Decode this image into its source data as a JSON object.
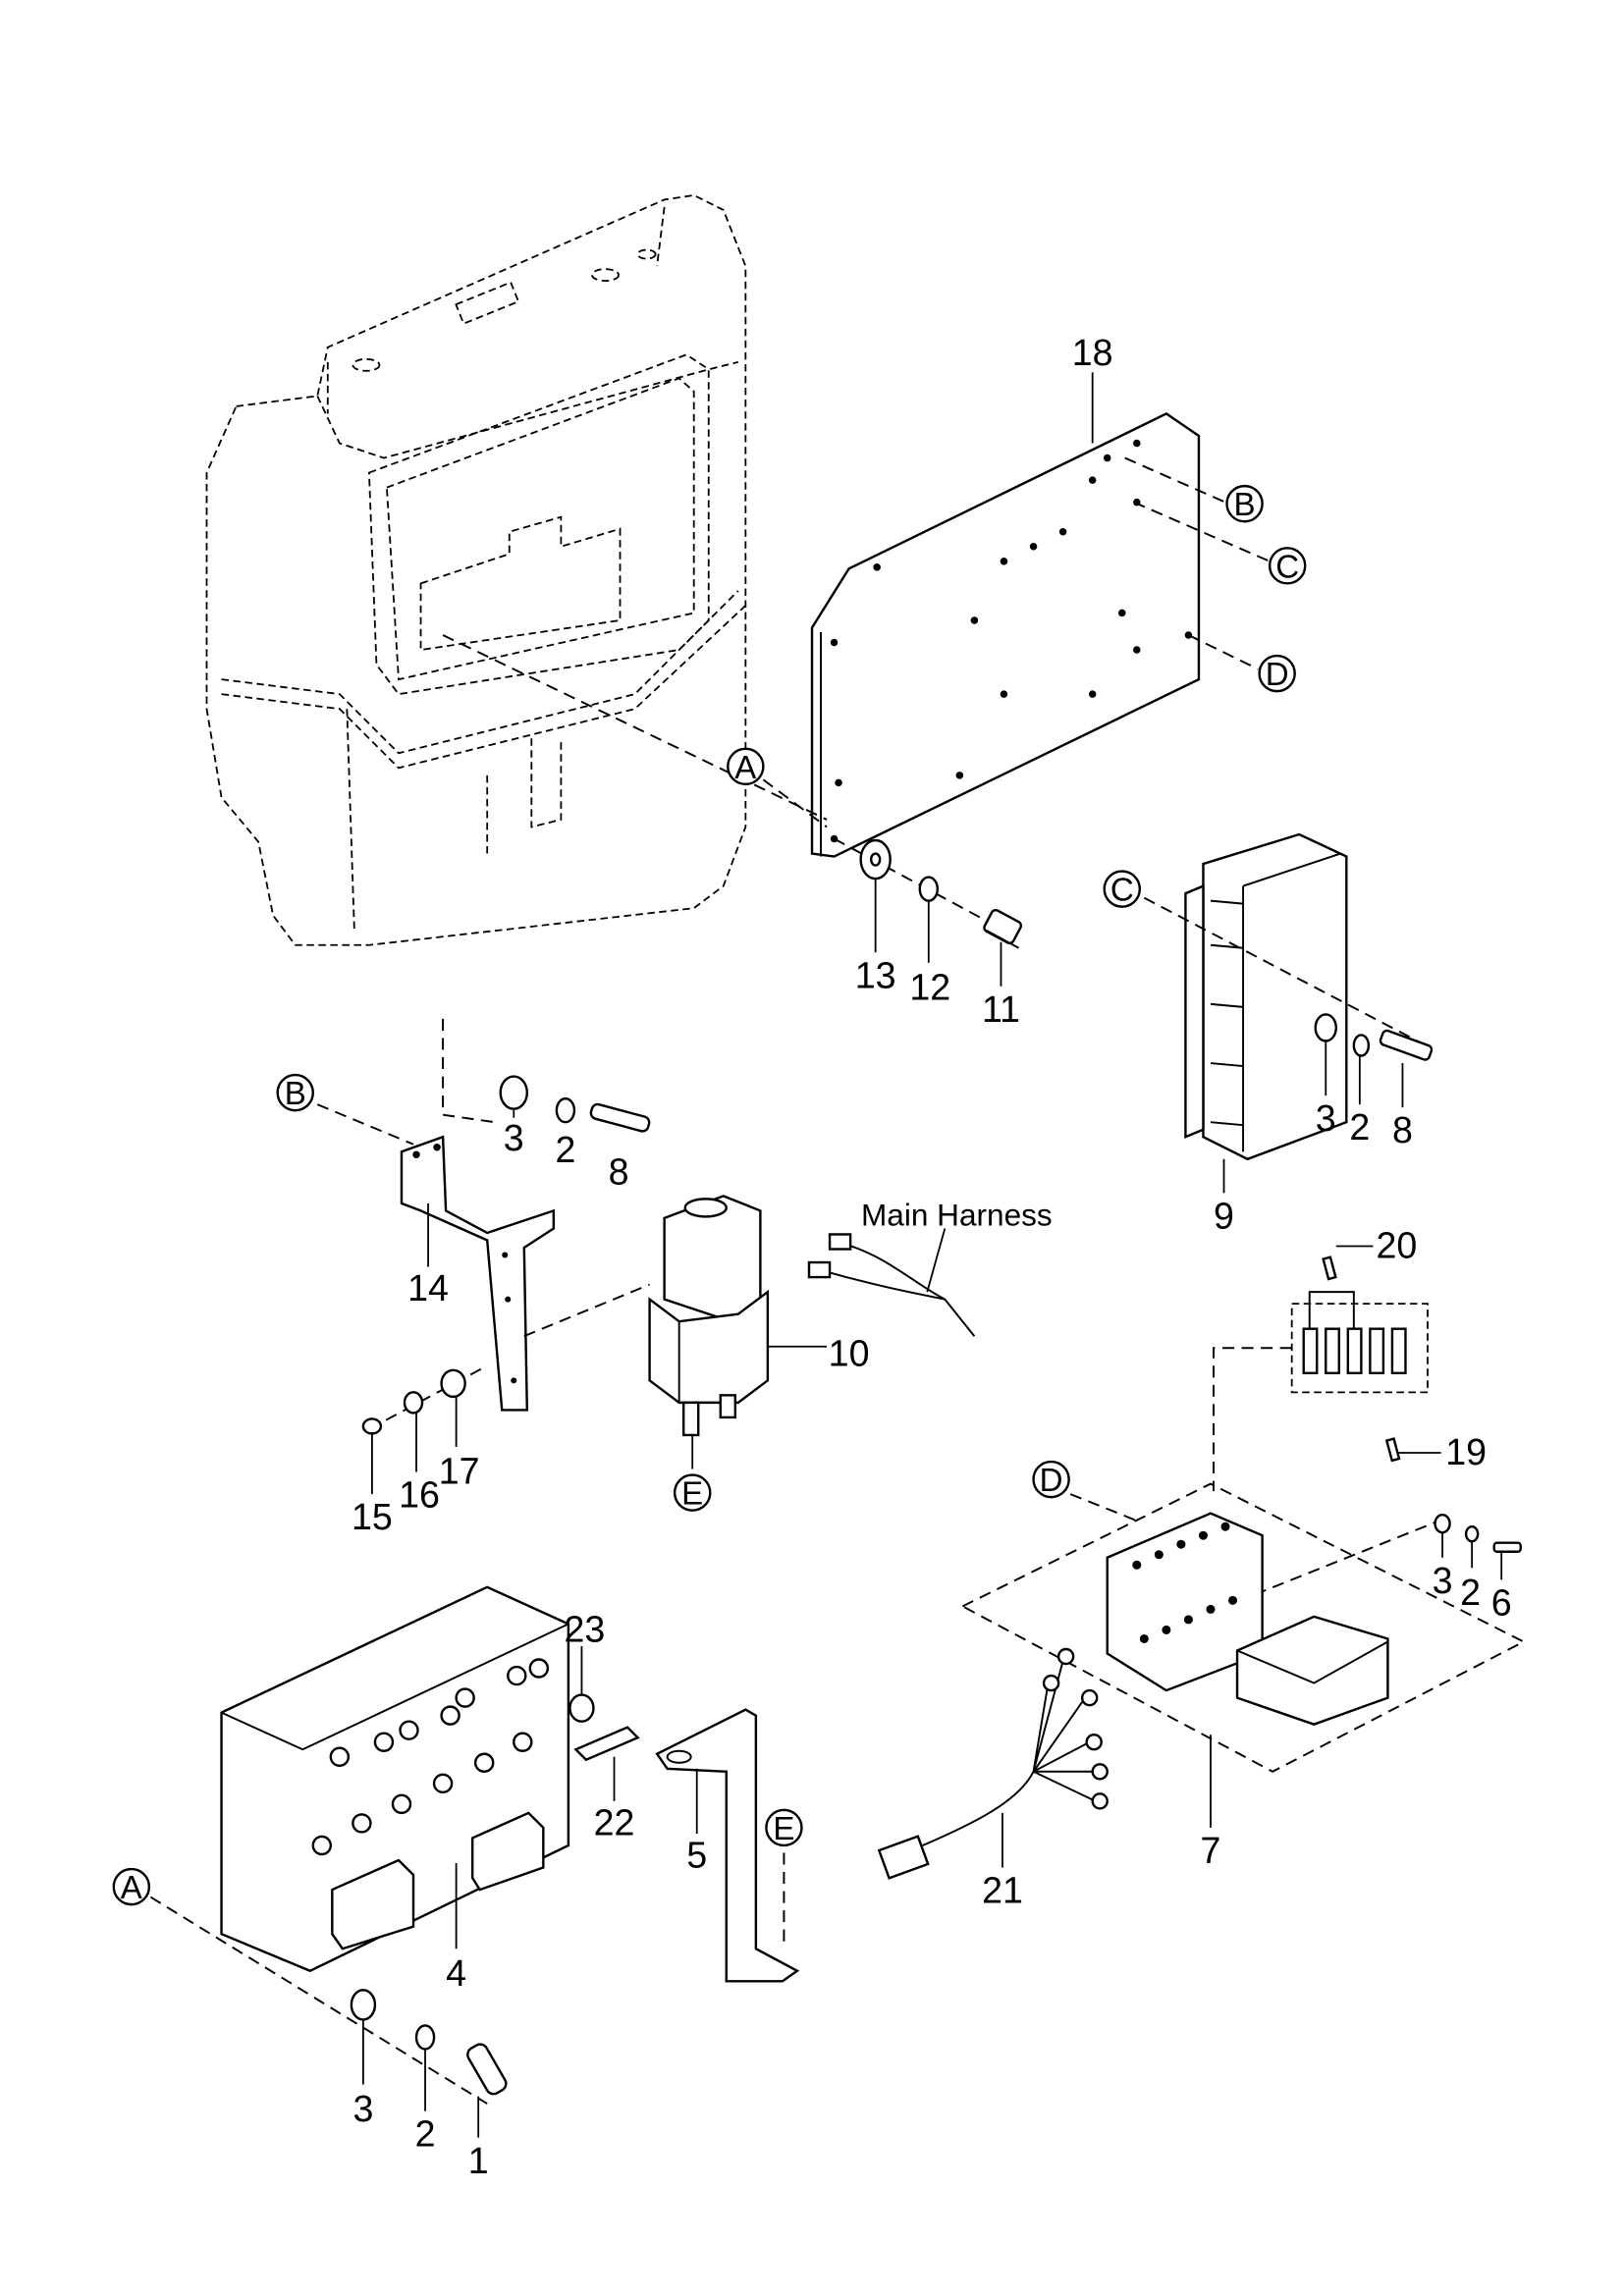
{
  "diagram": {
    "type": "exploded parts diagram",
    "part_numbers": {
      "p18": "18",
      "p13": "13",
      "p12": "12",
      "p11": "11",
      "p9": "9",
      "p3a": "3",
      "p2a": "2",
      "p8a": "8",
      "p3b": "3",
      "p2b": "2",
      "p8b": "8",
      "p14": "14",
      "p10": "10",
      "p20": "20",
      "p19": "19",
      "p15": "15",
      "p16": "16",
      "p17": "17",
      "p3c": "3",
      "p2c": "2",
      "p6": "6",
      "p23": "23",
      "p22": "22",
      "p5": "5",
      "p7": "7",
      "p21": "21",
      "p4": "4",
      "p3d": "3",
      "p2d": "2",
      "p1": "1"
    },
    "reference_markers": {
      "B1": "B",
      "C1": "C",
      "D1": "D",
      "A1": "A",
      "C2": "C",
      "B2": "B",
      "E1": "E",
      "D2": "D",
      "E2": "E",
      "A2": "A"
    },
    "annotations": {
      "main_harness": "Main Harness"
    }
  }
}
